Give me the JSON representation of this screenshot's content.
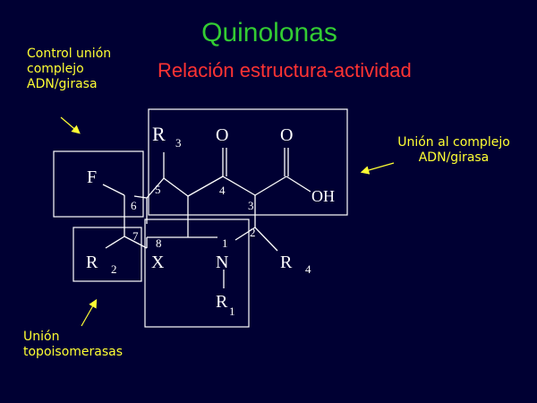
{
  "title": "Quinolonas",
  "subtitle": "Relación estructura-actividad",
  "annotations": {
    "top_left": "Control unión\ncomplejo\nADN/girasa",
    "right": "Unión al complejo\nADN/girasa",
    "bottom_left": "Unión\ntopoisomerasas"
  },
  "structure": {
    "substituents": {
      "r3": "R",
      "r3_sub": "3",
      "o_ketone": "O",
      "o_acid": "O",
      "oh": "OH",
      "f": "F",
      "r2": "R",
      "r2_sub": "2",
      "x": "X",
      "n": "N",
      "r4": "R",
      "r4_sub": "4",
      "r1": "R",
      "r1_sub": "1"
    },
    "positions": {
      "p5": "5",
      "p4": "4",
      "p3": "3",
      "p6": "6",
      "p7": "7",
      "p8": "8",
      "p1": "1",
      "p2": "2"
    }
  },
  "colors": {
    "background": "#000033",
    "title": "#33cc33",
    "subtitle": "#ff3333",
    "annotation": "#ffff33",
    "lines": "#ffffff"
  }
}
